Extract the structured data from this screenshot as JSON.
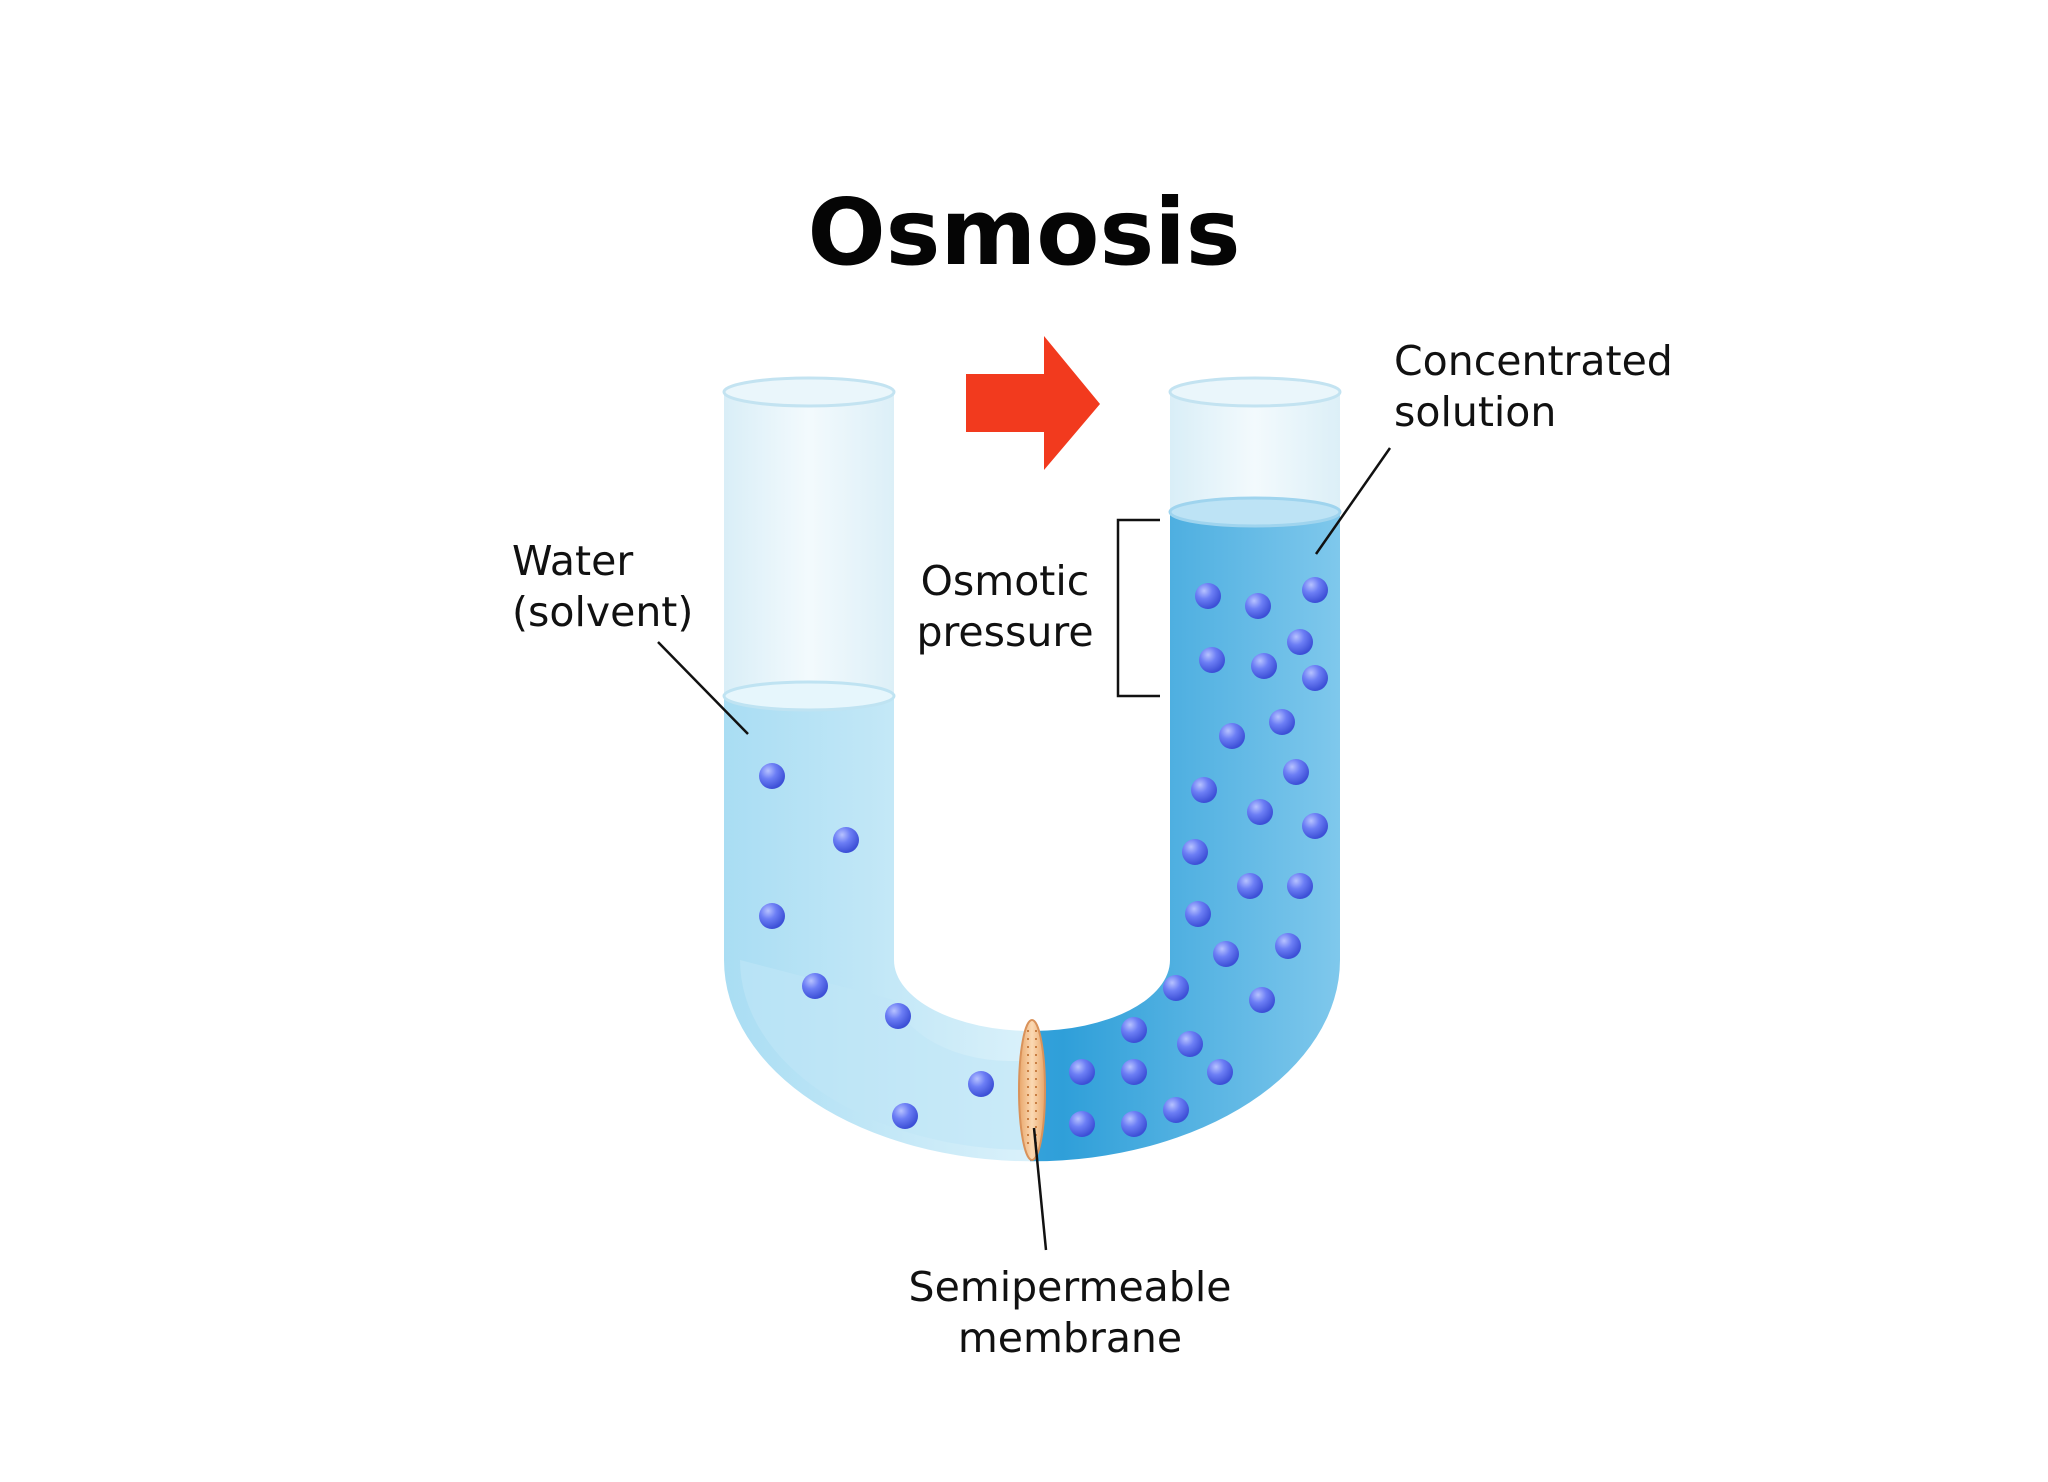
{
  "title": "Osmosis",
  "labels": {
    "water": [
      "Water",
      "(solvent)"
    ],
    "osmotic": [
      "Osmotic",
      "pressure"
    ],
    "concentrated": [
      "Concentrated",
      "solution"
    ],
    "membrane": [
      "Semipermeable",
      "membrane"
    ]
  },
  "colors": {
    "solvent_light": "#dff3fb",
    "solvent_mid": "#a9ddf3",
    "solution_deep": "#2f9fd9",
    "solution_mid": "#7fc8ec",
    "particle": "#5b6ff0",
    "arrow": "#f23a1e",
    "membrane": "#f4c089"
  },
  "icons": {
    "flow_arrow": "right-arrow-icon"
  }
}
